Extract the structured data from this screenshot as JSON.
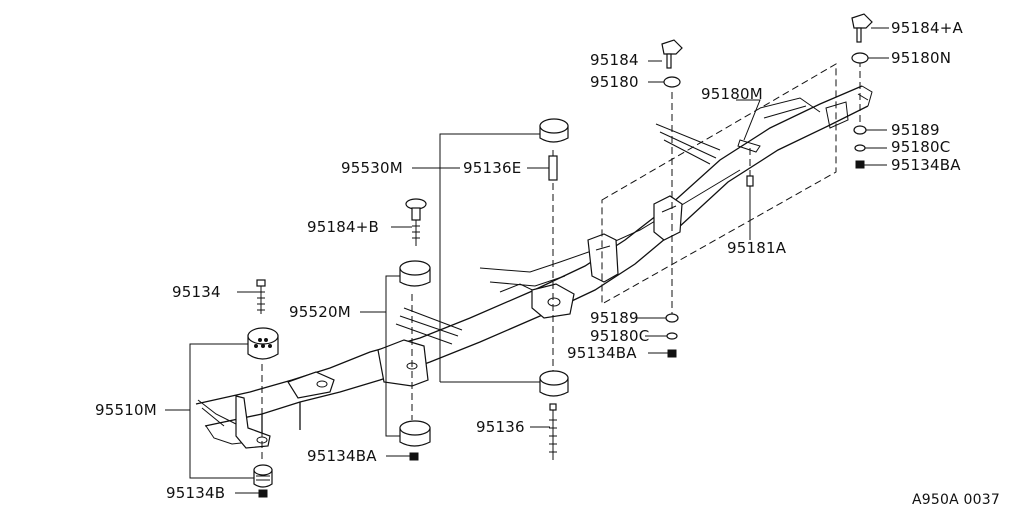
{
  "diagram": {
    "callouts": {
      "p95184_a": "95184+A",
      "p95180n": "95180N",
      "p95184": "95184",
      "p95180": "95180",
      "p95180m": "95180M",
      "p95189_top": "95189",
      "p95180c_top": "95180C",
      "p95134ba_top": "95134BA",
      "p95530m": "95530M",
      "p95136e": "95136E",
      "p95184_b": "95184+B",
      "p95181a": "95181A",
      "p95134": "95134",
      "p95520m": "95520M",
      "p95189_mid": "95189",
      "p95180c_mid": "95180C",
      "p95134ba_mid": "95134BA",
      "p95510m": "95510M",
      "p95136": "95136",
      "p95134ba_bot": "95134BA",
      "p95134b": "95134B"
    },
    "figure_id": "A950A 0037"
  }
}
